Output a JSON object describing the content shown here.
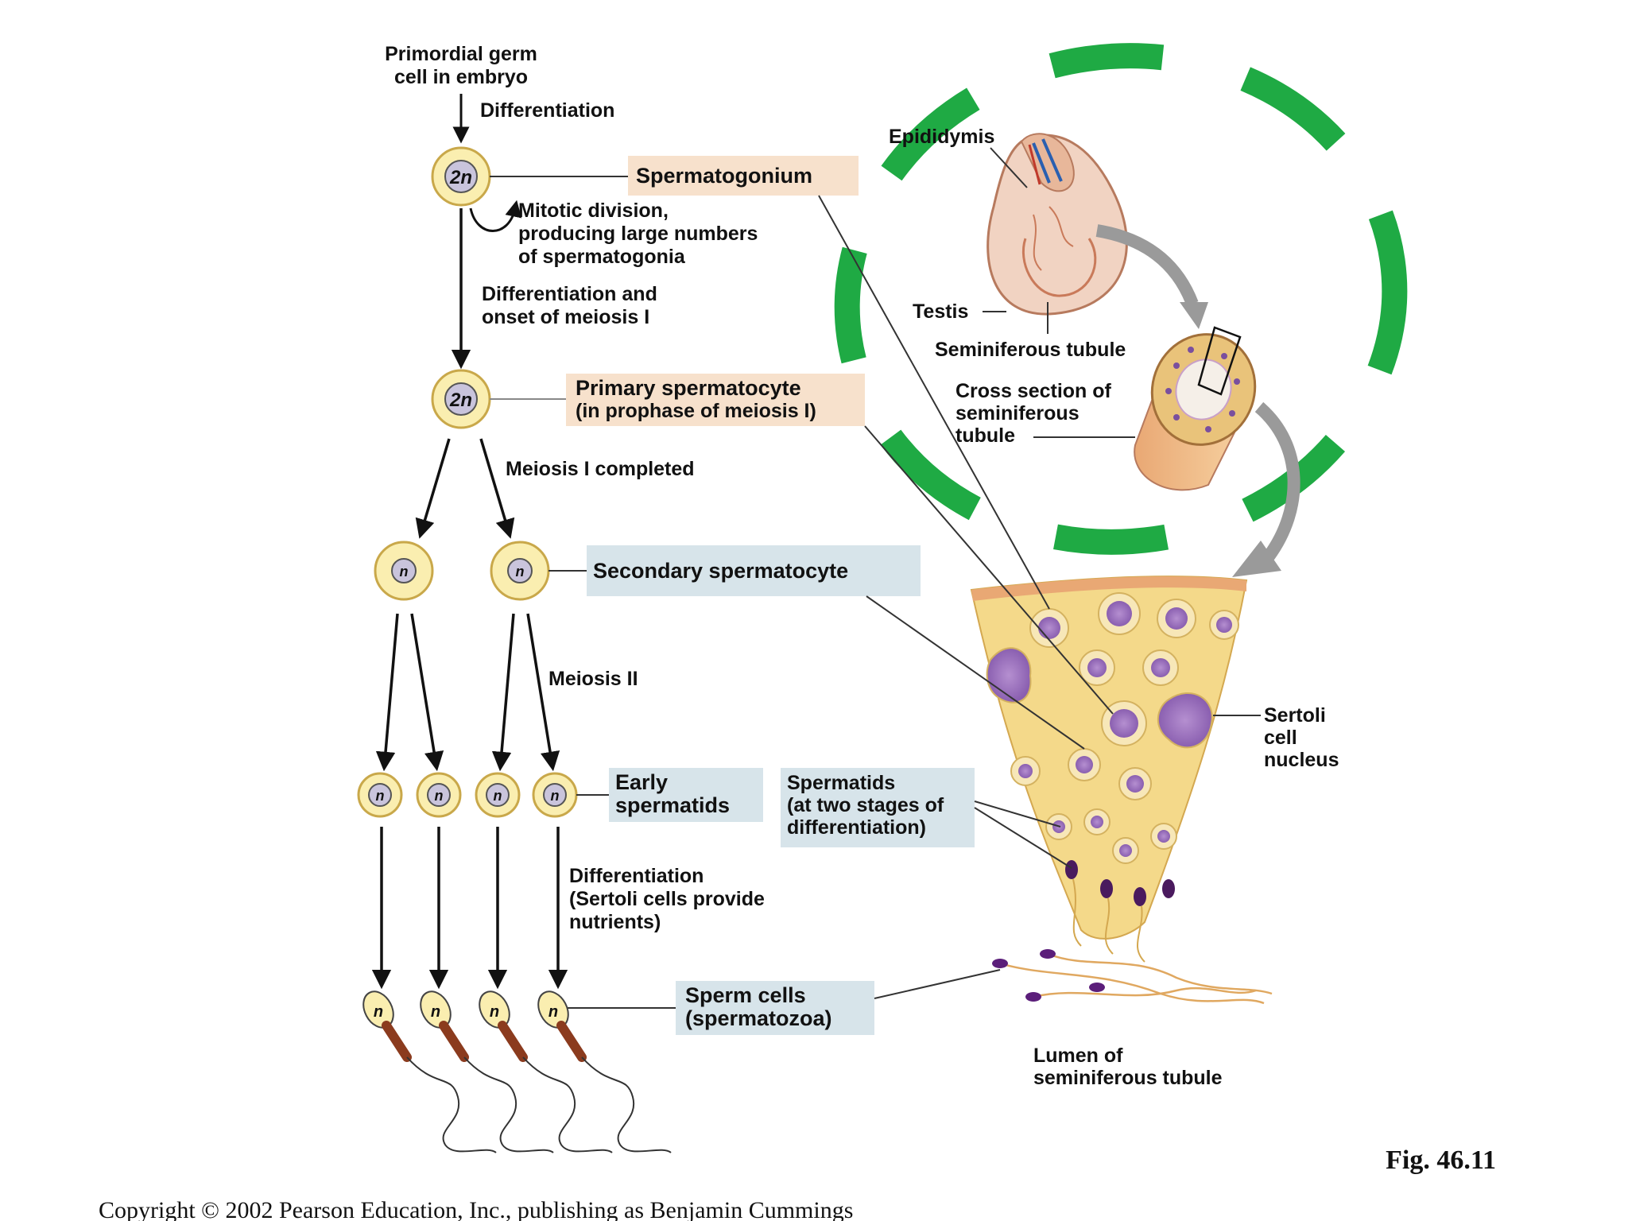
{
  "labels": {
    "primordial_1": "Primordial germ",
    "primordial_2": "cell in embryo",
    "differentiation": "Differentiation",
    "spermatogonium": "Spermatogonium",
    "mitotic_1": "Mitotic division,",
    "mitotic_2": "producing large numbers",
    "mitotic_3": "of spermatogonia",
    "diff_onset_1": "Differentiation and",
    "diff_onset_2": "onset of meiosis I",
    "primary_1": "Primary spermatocyte",
    "primary_2": "(in prophase of meiosis I)",
    "meiosis1": "Meiosis I completed",
    "secondary": "Secondary spermatocyte",
    "meiosis2": "Meiosis II",
    "early_1": "Early",
    "early_2": "spermatids",
    "spermatids_1": "Spermatids",
    "spermatids_2": "(at two stages of",
    "spermatids_3": "differentiation)",
    "diff_sertoli_1": "Differentiation",
    "diff_sertoli_2": "(Sertoli cells provide",
    "diff_sertoli_3": "nutrients)",
    "sperm_1": "Sperm cells",
    "sperm_2": "(spermatozoa)",
    "epididymis": "Epididymis",
    "testis": "Testis",
    "seminiferous": "Seminiferous tubule",
    "cross_1": "Cross section of",
    "cross_2": "seminiferous",
    "cross_3": "tubule",
    "sertoli_1": "Sertoli",
    "sertoli_2": "cell",
    "sertoli_3": "nucleus",
    "lumen_1": "Lumen of",
    "lumen_2": "seminiferous tubule",
    "fig": "Fig. 46.11",
    "copyright": "Copyright © 2002 Pearson Education, Inc., publishing as Benjamin Cummings"
  },
  "ploidy": {
    "diploid": "2n",
    "haploid": "n"
  },
  "colors": {
    "cell_fill": "#faeeb0",
    "cell_stroke": "#c9a84a",
    "nucleus_fill": "#c9c4dc",
    "tan_box": "#f7e1cc",
    "blue_box": "#d7e4ea",
    "green_dash": "#1faa44",
    "tissue": "#f4d98a",
    "purple": "#7a4f9e"
  }
}
